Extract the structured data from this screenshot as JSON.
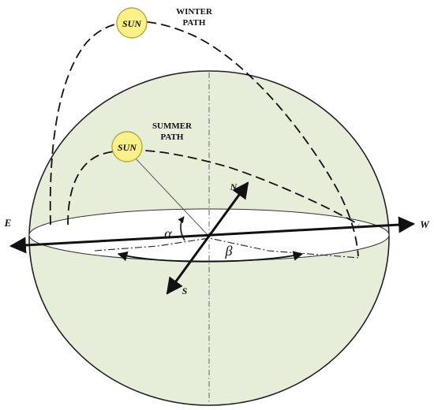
{
  "labels": {
    "winter_path": [
      "WINTER",
      "PATH"
    ],
    "summer_path": [
      "SUMMER",
      "PATH"
    ],
    "sun_winter": "SUN",
    "sun_summer": "SUN",
    "east": "E",
    "west": "W",
    "north": "N",
    "south": "S",
    "alpha": "α",
    "beta": "β"
  },
  "colors": {
    "sphere_fill": "#e6edd9",
    "sun_fill": "#fbf188",
    "sun_stroke": "#b5a83a",
    "line": "#111111"
  }
}
